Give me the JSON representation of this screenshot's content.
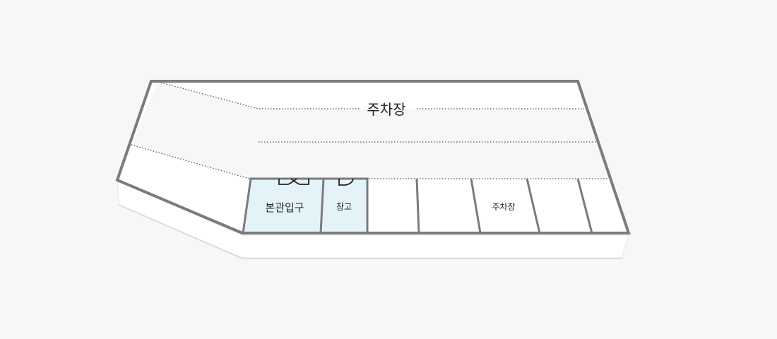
{
  "floor": {
    "title": "주차장",
    "colors": {
      "background": "#f7f7f7",
      "floor_white": "#ffffff",
      "driveway": "#f7f7f7",
      "outline": "#7c7b7c",
      "room_highlight": "#e4f3f8",
      "dotted_line": "#555555",
      "text": "#222222"
    },
    "rooms": [
      {
        "id": "main-entrance",
        "label": "본관입구",
        "highlighted": true,
        "icon": "double-door-icon"
      },
      {
        "id": "storage",
        "label": "창고",
        "highlighted": true,
        "icon": "single-door-icon"
      },
      {
        "id": "parking-1",
        "label": "",
        "highlighted": false
      },
      {
        "id": "parking-2",
        "label": "",
        "highlighted": false
      },
      {
        "id": "parking-3",
        "label": "주차장",
        "highlighted": false
      },
      {
        "id": "parking-4",
        "label": "",
        "highlighted": false
      },
      {
        "id": "parking-5",
        "label": "",
        "highlighted": false
      }
    ]
  }
}
